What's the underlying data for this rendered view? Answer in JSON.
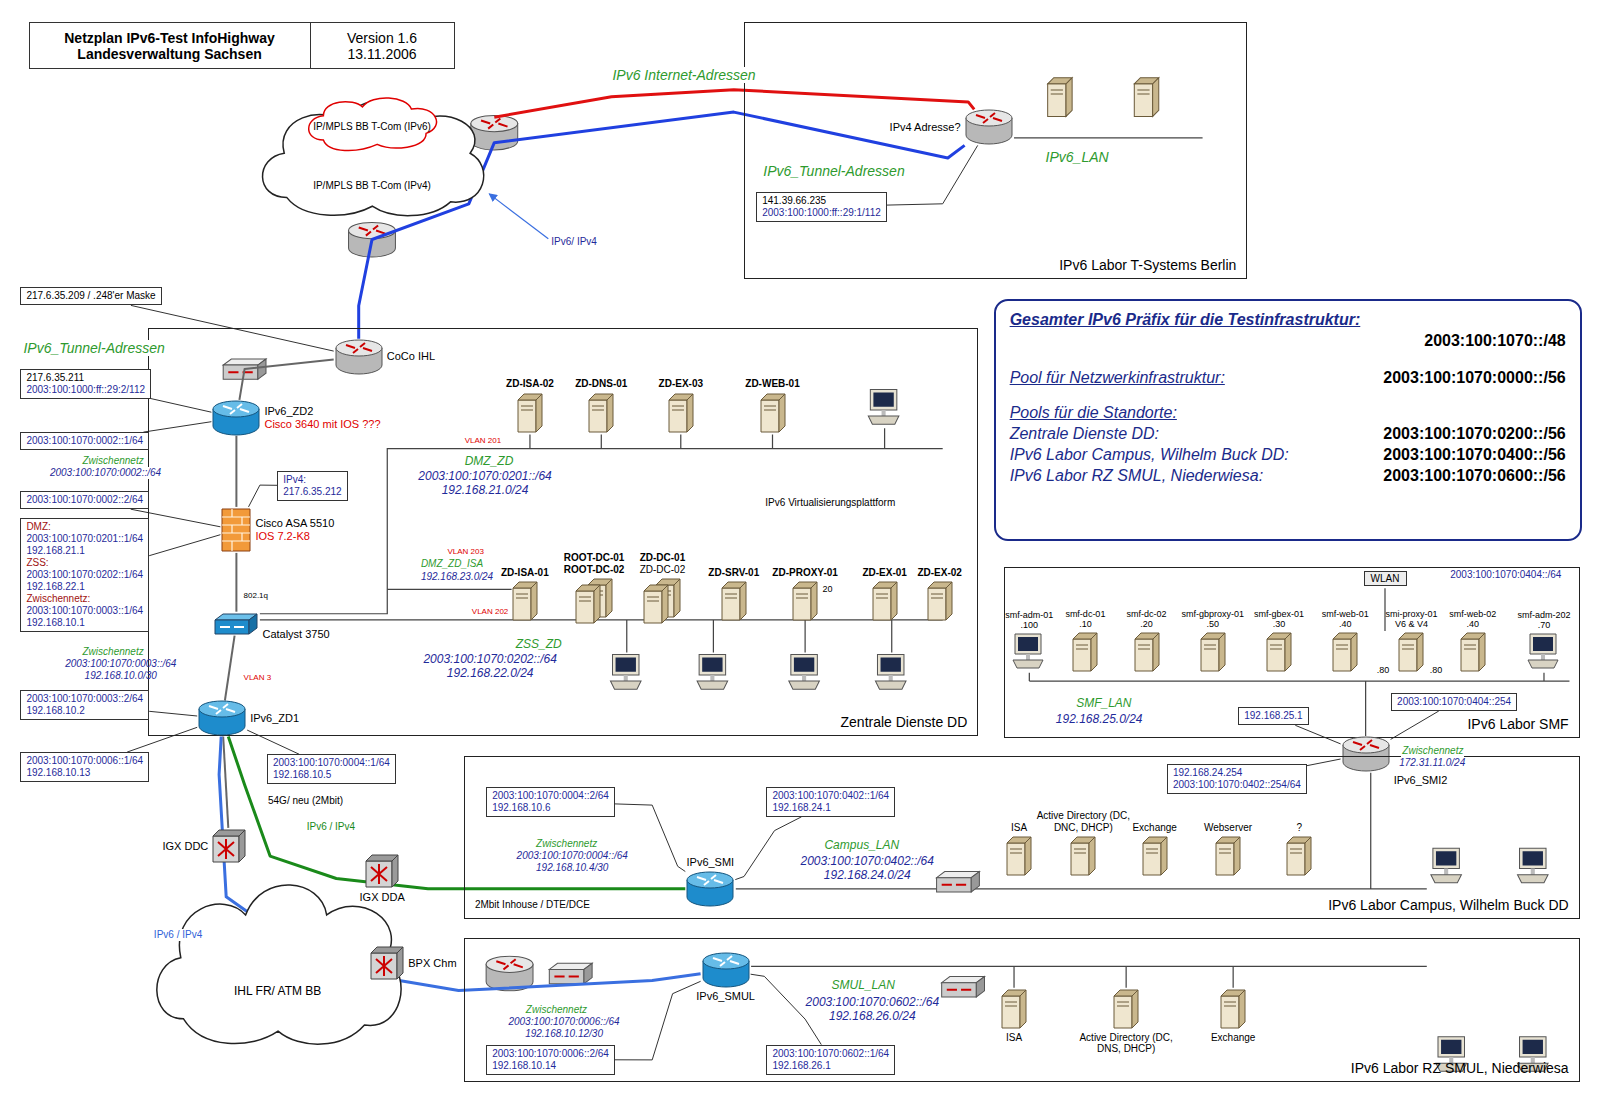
{
  "diagram": {
    "nodes": [
      {
        "text": [
          "Netzplan IPv6-Test InfoHighway Landesverwaltung Sachsen",
          "Version 1.6 13.11.2006"
        ]
      },
      {
        "text": [
          "IPv6 Labor T-Systems Berlin"
        ]
      },
      {
        "text": [
          "Gesamter IPv6 Präfix für die Testinfrastruktur:",
          "2003:100:1070::/48",
          "Pool für Netzwerkinfrastruktur:",
          "2003:100:1070:0000::/56",
          "Pools für die Standorte:",
          "Zentrale Dienste DD:",
          "2003:100:1070:0200::/56",
          "IPv6 Labor Campus, Wilhelm Buck DD:",
          "2003:100:1070:0400::/56",
          "IPv6 Labor RZ SMUL, Niederwiesa:",
          "2003:100:1070:0600::/56"
        ]
      },
      {
        "text": [
          "IP/MPLS BB T-Com (IPv6)",
          "IP/MPLS BB T-Com (IPv4)"
        ]
      },
      {
        "text": [
          "IPv4 Adresse?"
        ],
        "in": 1
      },
      {
        "text": [
          "141.39.66.235",
          "2003:100:1000:ff::29:1/112"
        ],
        "in": 1
      },
      {
        "text": [
          "Zentrale Dienste DD"
        ]
      },
      {
        "text": [
          "217.6.35.209 / .248'er Maske"
        ]
      },
      {
        "text": [
          "CoCo IHL"
        ],
        "in": 6
      },
      {
        "text": [
          "217.6.35.211",
          "2003:100:1000:ff::29:2/112"
        ]
      },
      {
        "text": [
          "IPv6_ZD2",
          "Cisco 3640 mit IOS ???"
        ],
        "in": 6
      },
      {
        "text": [
          "2003:100:1070:0002::1/64"
        ]
      },
      {
        "text": [
          "2003:100:1070:0002::2/64"
        ]
      },
      {
        "text": [
          "DMZ:",
          "2003:100:1070:0201::1/64",
          "192.168.21.1",
          "ZSS:",
          "2003:100:1070:0202::1/64",
          "192.168.22.1",
          "Zwischennetz:",
          "2003:100:1070:0003::1/64",
          "192.168.10.1"
        ]
      },
      {
        "text": [
          "Cisco ASA 5510",
          "IOS 7.2-K8"
        ],
        "in": 6
      },
      {
        "text": [
          "IPv4:",
          "217.6.35.212"
        ],
        "in": 6
      },
      {
        "text": [
          "ZD-ISA-02"
        ],
        "in": 6
      },
      {
        "text": [
          "ZD-DNS-01"
        ],
        "in": 6
      },
      {
        "text": [
          "ZD-EX-03"
        ],
        "in": 6
      },
      {
        "text": [
          "ZD-WEB-01"
        ],
        "in": 6
      },
      {
        "text": [
          "ZD-ISA-01"
        ],
        "in": 6
      },
      {
        "text": [
          "ROOT-DC-01 ROOT-DC-02"
        ],
        "in": 6
      },
      {
        "text": [
          "ZD-DC-01",
          "ZD-DC-02"
        ],
        "in": 6
      },
      {
        "text": [
          "ZD-SRV-01"
        ],
        "in": 6
      },
      {
        "text": [
          "ZD-PROXY-01"
        ],
        "in": 6
      },
      {
        "text": [
          "ZD-EX-01"
        ],
        "in": 6
      },
      {
        "text": [
          "ZD-EX-02"
        ],
        "in": 6
      },
      {
        "text": [
          "Catalyst 3750"
        ],
        "in": 6
      },
      {
        "text": [
          "2003:100:1070:0003::2/64",
          "192.168.10.2"
        ]
      },
      {
        "text": [
          "IPv6_ZD1"
        ],
        "in": 6
      },
      {
        "text": [
          "2003:100:1070:0006::1/64",
          "192.168.10.13"
        ]
      },
      {
        "text": [
          "2003:100:1070:0004::1/64",
          "192.168.10.5"
        ]
      },
      {
        "text": [
          "IPv6 Labor SMF"
        ]
      },
      {
        "text": [
          "WLAN"
        ],
        "in": 32
      },
      {
        "text": [
          "smf-adm-01",
          ".100"
        ],
        "in": 32
      },
      {
        "text": [
          "smf-dc-01",
          ".10"
        ],
        "in": 32
      },
      {
        "text": [
          "smf-dc-02",
          ".20"
        ],
        "in": 32
      },
      {
        "text": [
          "smf-gbproxy-01",
          ".50"
        ],
        "in": 32
      },
      {
        "text": [
          "smf-gbex-01",
          ".30"
        ],
        "in": 32
      },
      {
        "text": [
          "smf-web-01",
          ".40"
        ],
        "in": 32
      },
      {
        "text": [
          "smi-proxy-01",
          "V6 & V4"
        ],
        "in": 32
      },
      {
        "text": [
          "smf-web-02",
          ".40"
        ],
        "in": 32
      },
      {
        "text": [
          "smf-adm-202",
          ".70"
        ],
        "in": 32
      },
      {
        "text": [
          "192.168.25.1"
        ],
        "in": 32
      },
      {
        "text": [
          "2003:100:1070:0404::254"
        ],
        "in": 32
      },
      {
        "text": [
          "IPv6_SMI2"
        ]
      },
      {
        "text": [
          "IPv6 Labor Campus, Wilhelm Buck DD"
        ]
      },
      {
        "text": [
          "192.168.24.254",
          "2003:100:1070:0402::254/64"
        ],
        "in": 46
      },
      {
        "text": [
          "2003:100:1070:0004::2/64",
          "192.168.10.6"
        ],
        "in": 46
      },
      {
        "text": [
          "2003:100:1070:0402::1/64",
          "192.168.24.1"
        ],
        "in": 46
      },
      {
        "text": [
          "IPv6_SMI"
        ],
        "in": 46
      },
      {
        "text": [
          "ISA"
        ],
        "in": 46
      },
      {
        "text": [
          "Active Directory (DC, DNC, DHCP)"
        ],
        "in": 46
      },
      {
        "text": [
          "Exchange"
        ],
        "in": 46
      },
      {
        "text": [
          "Webserver"
        ],
        "in": 46
      },
      {
        "text": [
          "?"
        ],
        "in": 46
      },
      {
        "text": [
          "IHL FR/ ATM BB"
        ]
      },
      {
        "text": [
          "IGX DDC"
        ],
        "in": 56
      },
      {
        "text": [
          "IGX DDA"
        ],
        "in": 56
      },
      {
        "text": [
          "BPX Chm"
        ],
        "in": 56
      },
      {
        "text": [
          "IPv6 Labor RZ SMUL, Niederwiesa"
        ]
      },
      {
        "text": [
          "IPv6_SMUL"
        ],
        "in": 60
      },
      {
        "text": [
          "2003:100:1070:0006::2/64",
          "192.168.10.14"
        ],
        "in": 60
      },
      {
        "text": [
          "2003:100:1070:0602::1/64",
          "192.168.26.1"
        ],
        "in": 60
      },
      {
        "text": [
          "ISA"
        ],
        "in": 60
      },
      {
        "text": [
          "Active Directory (DC, DNS, DHCP)"
        ],
        "in": 60
      },
      {
        "text": [
          "Exchange"
        ],
        "in": 60
      }
    ],
    "edges": [
      {
        "from": 3,
        "to": 4,
        "arrow": "none",
        "label": "IPv6 Internet-Adressen"
      },
      {
        "from": 8,
        "to": 4,
        "arrow": "none"
      },
      {
        "from": 5,
        "to": 4,
        "arrow": "none"
      },
      {
        "from": 7,
        "to": 8,
        "arrow": "none"
      },
      {
        "from": 8,
        "to": 10,
        "arrow": "none"
      },
      {
        "from": 9,
        "to": 10,
        "arrow": "none"
      },
      {
        "from": 11,
        "to": 10,
        "arrow": "none"
      },
      {
        "from": 10,
        "to": 14,
        "arrow": "none"
      },
      {
        "from": 12,
        "to": 14,
        "arrow": "none"
      },
      {
        "from": 13,
        "to": 14,
        "arrow": "none"
      },
      {
        "from": 15,
        "to": 14,
        "arrow": "none"
      },
      {
        "from": 14,
        "to": 27,
        "arrow": "none"
      },
      {
        "from": 27,
        "to": 29,
        "arrow": "none"
      },
      {
        "from": 28,
        "to": 29,
        "arrow": "none"
      },
      {
        "from": 30,
        "to": 29,
        "arrow": "none"
      },
      {
        "from": 31,
        "to": 29,
        "arrow": "none"
      },
      {
        "from": 29,
        "to": 57,
        "arrow": "none"
      },
      {
        "from": 29,
        "to": 50,
        "arrow": "none",
        "label": "IPv6 / IPv4"
      },
      {
        "from": 29,
        "to": 61,
        "arrow": "none",
        "label": "IPv6 / IPv4"
      },
      {
        "from": 48,
        "to": 50,
        "arrow": "none"
      },
      {
        "from": 49,
        "to": 50,
        "arrow": "none"
      },
      {
        "from": 47,
        "to": 45,
        "arrow": "none"
      },
      {
        "from": 43,
        "to": 45,
        "arrow": "none"
      },
      {
        "from": 44,
        "to": 45,
        "arrow": "none"
      },
      {
        "from": 62,
        "to": 61,
        "arrow": "none"
      },
      {
        "from": 63,
        "to": 61,
        "arrow": "none"
      }
    ],
    "labels": [
      "IPv6_Tunnel-Adressen",
      "IPv6_LAN",
      "IPv6/ IPv4",
      "IPv6_Tunnel-Adressen",
      "Zwischennetz",
      "2003:100:1070:0002::/64",
      "VLAN 201",
      "DMZ_ZD",
      "2003:100:1070:0201::/64 192.168.21.0/24",
      "IPv6 Virtualisierungsplattform",
      "VLAN 203",
      "DMZ_ZD_ISA",
      "192.168.23.0/24",
      "VLAN 202",
      "20",
      "802.1q",
      "ZSS_ZD",
      "2003:100:1070:0202::/64 192.168.22.0/24",
      "Zwischennetz",
      "2003:100:1070:0003::/64 192.168.10.0/30",
      "VLAN 3",
      "54G/ neu (2Mbit)",
      "Zwischennetz",
      "2003:100:1070:0004::/64 192.168.10.4/30",
      "2Mbit Inhouse / DTE/DCE",
      "Campus_LAN",
      "2003:100:1070:0402::/64 192.168.24.0/24",
      "2003:100:1070:0404::/64",
      "SMF_LAN",
      "192.168.25.0/24",
      ".80",
      ".80",
      "Zwischennetz",
      "172.31.11.0/24",
      "Zwischennetz",
      "2003:100:1070:0006::/64 192.168.10.12/30",
      "SMUL_LAN",
      "2003:100:1070:0602::/64 192.168.26.0/24"
    ]
  }
}
